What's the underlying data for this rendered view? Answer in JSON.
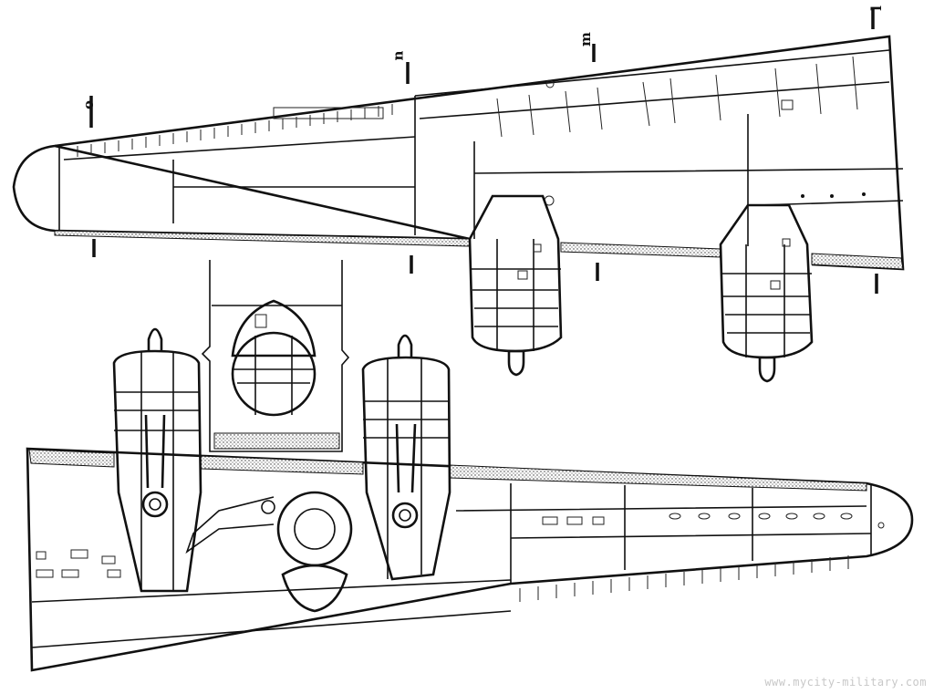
{
  "section_markers": [
    "o",
    "n",
    "m",
    "l"
  ],
  "watermark": "www.mycity-military.com"
}
